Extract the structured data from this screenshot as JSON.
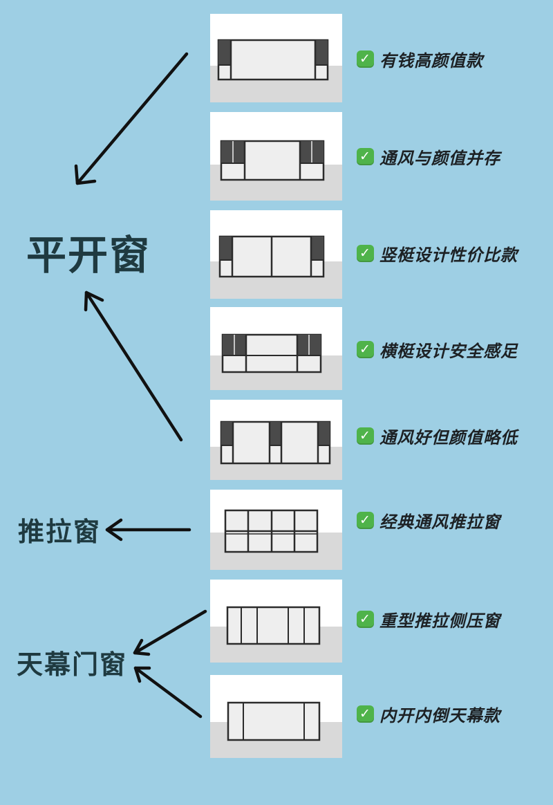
{
  "categories": [
    "平开窗",
    "推拉窗",
    "天幕门窗"
  ],
  "items": [
    {
      "label": "有钱高颜值款"
    },
    {
      "label": "通风与颜值并存"
    },
    {
      "label": "竖梃设计性价比款"
    },
    {
      "label": "横梃设计安全感足"
    },
    {
      "label": "通风好但颜值略低"
    },
    {
      "label": "经典通风推拉窗"
    },
    {
      "label": "重型推拉侧压窗"
    },
    {
      "label": "内开内倒天幕款"
    }
  ],
  "check_icon": "green-checkmark-icon",
  "colors": {
    "background": "#9ecfe4",
    "check": "#4fb34a",
    "frame": "#2b2b2b"
  }
}
